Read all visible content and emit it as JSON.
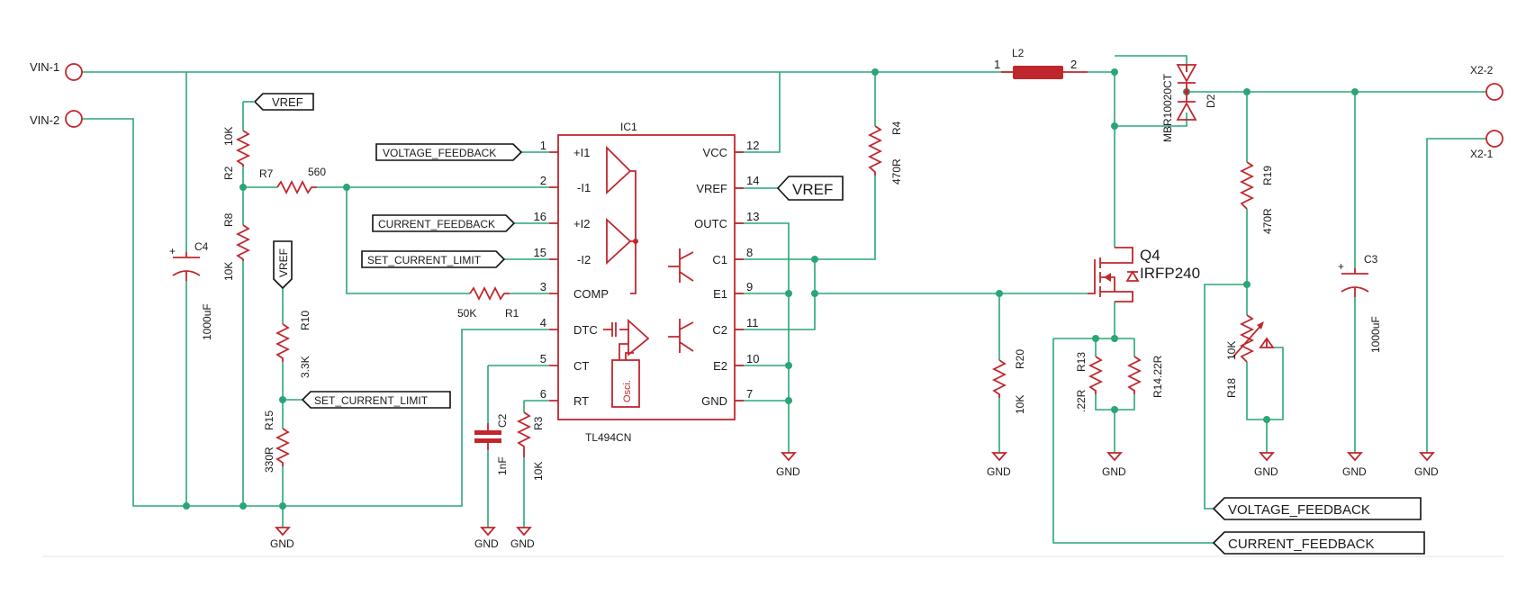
{
  "ports": {
    "vin1": "VIN-1",
    "vin2": "VIN-2",
    "x22": "X2-2",
    "x21": "X2-1"
  },
  "labels": {
    "vref": "VREF",
    "voltage_feedback": "VOLTAGE_FEEDBACK",
    "current_feedback": "CURRENT_FEEDBACK",
    "set_current_limit": "SET_CURRENT_LIMIT",
    "gnd": "GND"
  },
  "ic": {
    "name": "IC1",
    "part": "TL494CN",
    "osc": "Osci.",
    "left_pins": [
      {
        "num": "1",
        "name": "+I1"
      },
      {
        "num": "2",
        "name": "-I1"
      },
      {
        "num": "16",
        "name": "+I2"
      },
      {
        "num": "15",
        "name": "-I2"
      },
      {
        "num": "3",
        "name": "COMP"
      },
      {
        "num": "4",
        "name": "DTC"
      },
      {
        "num": "5",
        "name": "CT"
      },
      {
        "num": "6",
        "name": "RT"
      }
    ],
    "right_pins": [
      {
        "num": "12",
        "name": "VCC"
      },
      {
        "num": "14",
        "name": "VREF"
      },
      {
        "num": "13",
        "name": "OUTC"
      },
      {
        "num": "8",
        "name": "C1"
      },
      {
        "num": "9",
        "name": "E1"
      },
      {
        "num": "11",
        "name": "C2"
      },
      {
        "num": "10",
        "name": "E2"
      },
      {
        "num": "7",
        "name": "GND"
      }
    ]
  },
  "parts": {
    "r2": {
      "name": "R2",
      "value": "10K"
    },
    "r7": {
      "name": "R7",
      "value": "560"
    },
    "r8": {
      "name": "R8",
      "value": "10K"
    },
    "r10": {
      "name": "R10",
      "value": "3.3K"
    },
    "r15": {
      "name": "R15",
      "value": "330R"
    },
    "c4": {
      "name": "C4",
      "value": "1000uF"
    },
    "r1": {
      "name": "R1",
      "value": "50K"
    },
    "c2": {
      "name": "C2",
      "value": "1nF"
    },
    "r3": {
      "name": "R3",
      "value": "10K"
    },
    "r4": {
      "name": "R4",
      "value": "470R"
    },
    "l2": {
      "name": "L2",
      "pin1": "1",
      "pin2": "2"
    },
    "d2": {
      "name": "D2",
      "value": "MBR10020CT"
    },
    "q4": {
      "name": "Q4",
      "value": "IRFP240"
    },
    "r20": {
      "name": "R20",
      "value": "10K"
    },
    "r13": {
      "name": "R13",
      "value": ".22R"
    },
    "r14": {
      "name": "R14",
      "value": ".22R"
    },
    "r19": {
      "name": "R19",
      "value": "470R"
    },
    "r18": {
      "name": "R18",
      "value": "10K"
    },
    "c3": {
      "name": "C3",
      "value": "1000uF"
    }
  }
}
